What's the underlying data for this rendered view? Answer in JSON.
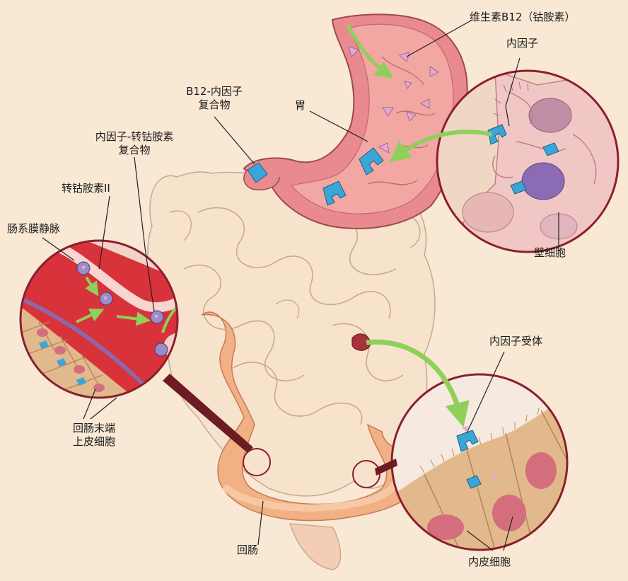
{
  "labels": {
    "vitamin_b12": "维生素B12（钴胺素）",
    "intrinsic_factor": "内因子",
    "b12_if_complex_line1": "B12-内因子",
    "b12_if_complex_line2": "复合物",
    "stomach": "胃",
    "if_tc_complex_line1": "内因子-转钴胺素",
    "if_tc_complex_line2": "复合物",
    "transcobalamin_ii": "转钴胺素II",
    "mesenteric_vein": "肠系膜静脉",
    "parietal_cell": "壁细胞",
    "if_receptor": "内因子受体",
    "ileal_epithelium_line1": "回肠末端",
    "ileal_epithelium_line2": "上皮细胞",
    "ileum": "回肠",
    "endothelial_cell": "内皮细胞"
  },
  "colors": {
    "background": "#f8e8d4",
    "stomach_wall": "#e98b8e",
    "stomach_lining": "#f2a7a3",
    "intestine": "#f7e3cc",
    "ileum": "#f1b184",
    "ileum_band": "#f6c9a5",
    "if_block": "#3aa6d8",
    "b12": "#e7a8d0",
    "transcobalamin": "#9a8cc8",
    "arrow_green": "#8fcf5a",
    "vein_red": "#d8323a",
    "cell_tan": "#e2b98c",
    "cell_nucleus": "#d46e7c",
    "zoom_ring": "#8a1f2f"
  }
}
